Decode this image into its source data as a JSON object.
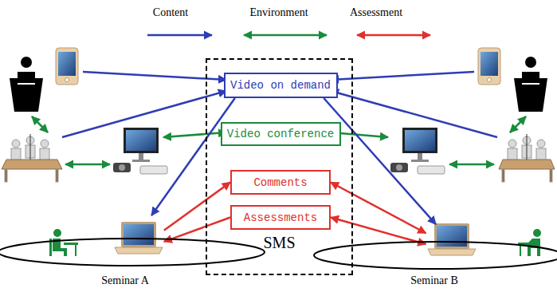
{
  "diagram": {
    "nodes": [
      {
        "text": [
          "SMS"
        ]
      },
      {
        "text": [
          "Video on demand"
        ],
        "in": 0
      },
      {
        "text": [
          "Video conference"
        ],
        "in": 0
      },
      {
        "text": [
          "Comments"
        ],
        "in": 0
      },
      {
        "text": [
          "Assessments"
        ],
        "in": 0
      },
      {
        "text": [
          "Seminar A"
        ]
      },
      {
        "text": [
          "Seminar B"
        ]
      }
    ],
    "edges": [
      {
        "from": 1,
        "to": 5,
        "arrow": "to"
      },
      {
        "from": 5,
        "to": 3,
        "arrow": "to"
      },
      {
        "from": 4,
        "to": 5,
        "arrow": "to"
      },
      {
        "from": 1,
        "to": 6,
        "arrow": "to"
      },
      {
        "from": 3,
        "to": 6,
        "arrow": "both"
      },
      {
        "from": 4,
        "to": 6,
        "arrow": "both"
      }
    ],
    "legend": [
      {
        "text": "Content"
      },
      {
        "text": "Environment"
      },
      {
        "text": "Assessment"
      }
    ]
  }
}
